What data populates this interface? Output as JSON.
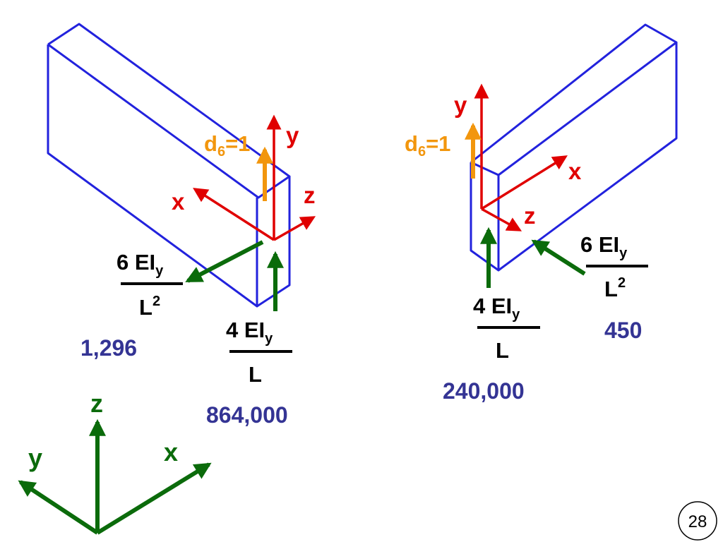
{
  "left_diagram": {
    "local_axes": {
      "x": "x",
      "y": "y",
      "z": "z"
    },
    "displacement": {
      "d": "d",
      "sub": "6",
      "eq": "=1"
    },
    "fraction_a": {
      "coef": "6 EI",
      "sub": "y",
      "den": "L",
      "sup": "2"
    },
    "value_a": "1,296",
    "fraction_b": {
      "coef": "4 EI",
      "sub": "y",
      "den": "L"
    },
    "value_b": "864,000"
  },
  "right_diagram": {
    "local_axes": {
      "x": "x",
      "y": "y",
      "z": "z"
    },
    "displacement": {
      "d": "d",
      "sub": "6",
      "eq": "=1"
    },
    "fraction_a": {
      "coef": "6 EI",
      "sub": "y",
      "den": "L",
      "sup": "2"
    },
    "value_a": "450",
    "fraction_b": {
      "coef": "4 EI",
      "sub": "y",
      "den": "L"
    },
    "value_b": "240,000"
  },
  "global_axes": {
    "x": "x",
    "y": "y",
    "z": "z"
  },
  "page_number": "28",
  "colors": {
    "beam": "#2222dd",
    "local_axes": "#e00000",
    "displacement": "#f2960d",
    "reaction": "#0b6b0b",
    "value": "#343494"
  }
}
